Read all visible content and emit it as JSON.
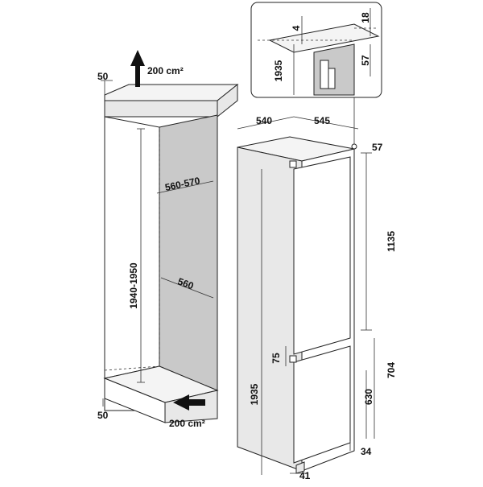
{
  "labels": {
    "vent_top_area": "200 cm²",
    "vent_bottom_area": "200 cm²",
    "top_gap": "50",
    "bottom_gap": "50",
    "niche_depth": "560-570",
    "niche_width": "560",
    "niche_height": "1940-1950",
    "appliance_width": "540",
    "appliance_depth": "545",
    "top_offset": "57",
    "upper_door_height": "1135",
    "door_gap": "75",
    "lower_door_height": "704",
    "lower_door_inner": "630",
    "appliance_height": "1935",
    "foot_height": "34",
    "foot_offset": "41",
    "detail_gap": "4",
    "detail_top": "18",
    "detail_height": "1935",
    "detail_bracket": "57"
  }
}
